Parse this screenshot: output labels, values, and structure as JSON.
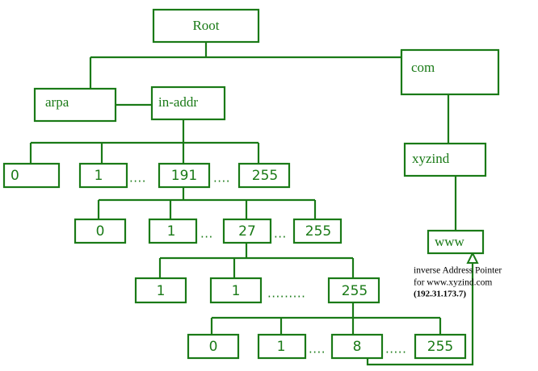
{
  "diagram": {
    "title": "DNS namespace tree with inverse address pointer",
    "colors": {
      "node_stroke": "#1a7a17",
      "node_text": "#1a7a17",
      "annotation_text": "#000000",
      "background": "#ffffff"
    },
    "nodes": {
      "root": "Root",
      "com": "com",
      "arpa": "arpa",
      "in_addr": "in-addr",
      "xyzind": "xyzind",
      "www": "www"
    },
    "level1_octet": {
      "boxes": [
        "0",
        "1",
        "191",
        "255"
      ],
      "ellipses": [
        "....",
        "...."
      ]
    },
    "level2_octet": {
      "boxes": [
        "0",
        "1",
        "27",
        "255"
      ],
      "ellipses": [
        "...",
        "..."
      ]
    },
    "level3_octet": {
      "boxes": [
        "1",
        "1",
        "255"
      ],
      "ellipses": [
        "........."
      ]
    },
    "level4_octet": {
      "boxes": [
        "0",
        "1",
        "8",
        "255"
      ],
      "ellipses": [
        "....",
        "....."
      ]
    },
    "annotation": {
      "line1": "inverse Address Pointer",
      "line2": "for www.xyzind.com",
      "line3": "(192.31.173.7)"
    }
  }
}
